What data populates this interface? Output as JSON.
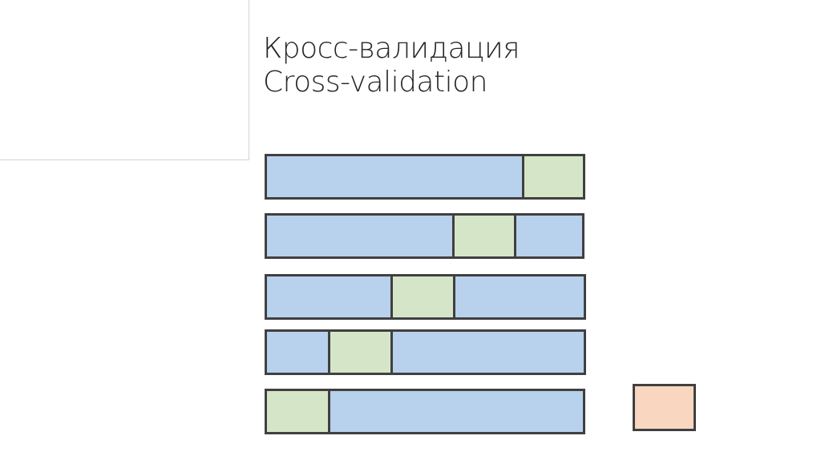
{
  "title": {
    "line1": "Кросс-валидация",
    "line2": "Cross-validation"
  },
  "colors": {
    "train": "#b8d1ec",
    "validation": "#d5e6c8",
    "test": "#f8d6c0",
    "border": "#404040"
  },
  "folds": [
    {
      "segments": [
        "train",
        "validation"
      ]
    },
    {
      "segments": [
        "train",
        "validation",
        "train"
      ]
    },
    {
      "segments": [
        "train",
        "validation",
        "train"
      ]
    },
    {
      "segments": [
        "train",
        "validation",
        "train"
      ]
    },
    {
      "segments": [
        "validation",
        "train"
      ]
    }
  ]
}
